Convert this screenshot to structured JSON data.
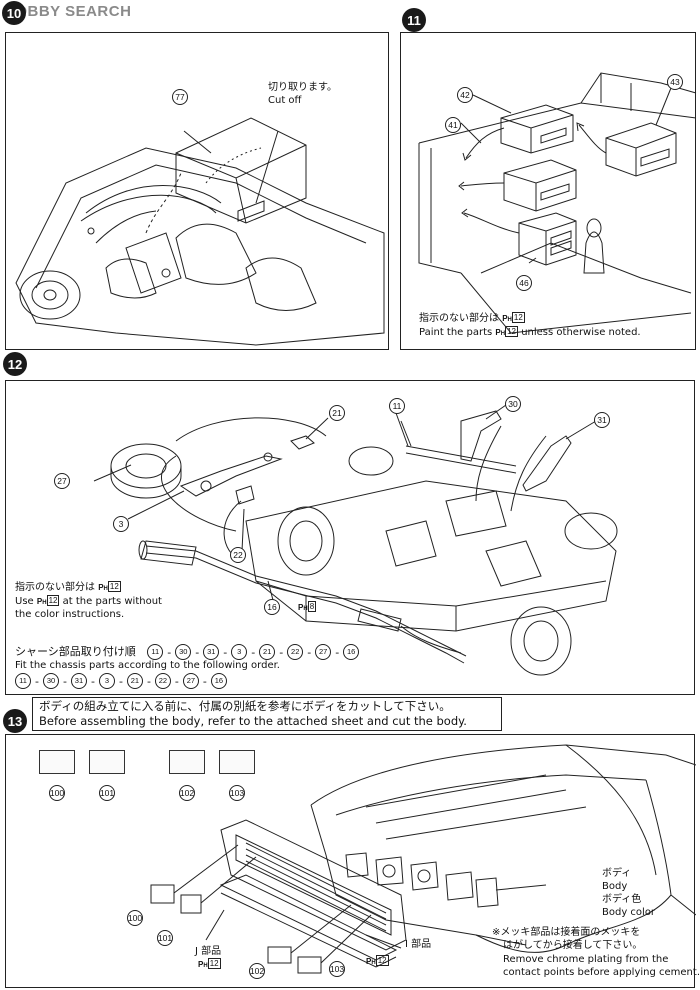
{
  "watermark": {
    "logo_text": "HOBBY SEARCH"
  },
  "steps": {
    "s10": "10",
    "s11": "11",
    "s12": "12",
    "s13": "13"
  },
  "step10": {
    "cut_note_jp": "切り取ります。",
    "cut_note_en": "Cut off",
    "part": "77"
  },
  "step11": {
    "parts": {
      "p42": "42",
      "p43": "43",
      "p41": "41",
      "p46": "46"
    },
    "note_jp": "指示のない部分は",
    "note_en_prefix": "Paint the parts",
    "note_en_suffix": "unless otherwise noted.",
    "paint_prefix": "P",
    "paint_sub": "H",
    "paint_num": "12"
  },
  "step12": {
    "parts": {
      "p21": "21",
      "p11": "11",
      "p30": "30",
      "p31": "31",
      "p27": "27",
      "p3": "3",
      "p22": "22",
      "p16": "16"
    },
    "pipe_paint_num": "8",
    "note_jp": "指示のない部分は",
    "note_en_l1_prefix": "Use",
    "note_en_l1_suffix": "at the parts without",
    "note_en_l2": "the color instructions.",
    "order_jp": "シャーシ部品取り付け順",
    "order_en": "Fit the chassis parts according to the following order.",
    "order": [
      "11",
      "30",
      "31",
      "3",
      "21",
      "22",
      "27",
      "16"
    ]
  },
  "step13": {
    "banner_jp": "ボディの組み立てに入る前に、付属の別紙を参考にボディをカットして下さい。",
    "banner_en": "Before assembling the body, refer to the attached sheet and cut the body.",
    "thumbs": [
      "100",
      "101",
      "102",
      "103"
    ],
    "parts": [
      "100",
      "101",
      "102",
      "103"
    ],
    "j_part_jp": "J 部品",
    "i_part_jp": "I 部品",
    "body_jp": "ボディ",
    "body_en": "Body",
    "body_color_jp": "ボディ色",
    "body_color_en": "Body color",
    "chrome_jp_1": "※メッキ部品は接着面のメッキを",
    "chrome_jp_2": "はがしてから接着して下さい。",
    "chrome_en_1": "Remove chrome plating from the",
    "chrome_en_2": "contact points before applying cement."
  }
}
